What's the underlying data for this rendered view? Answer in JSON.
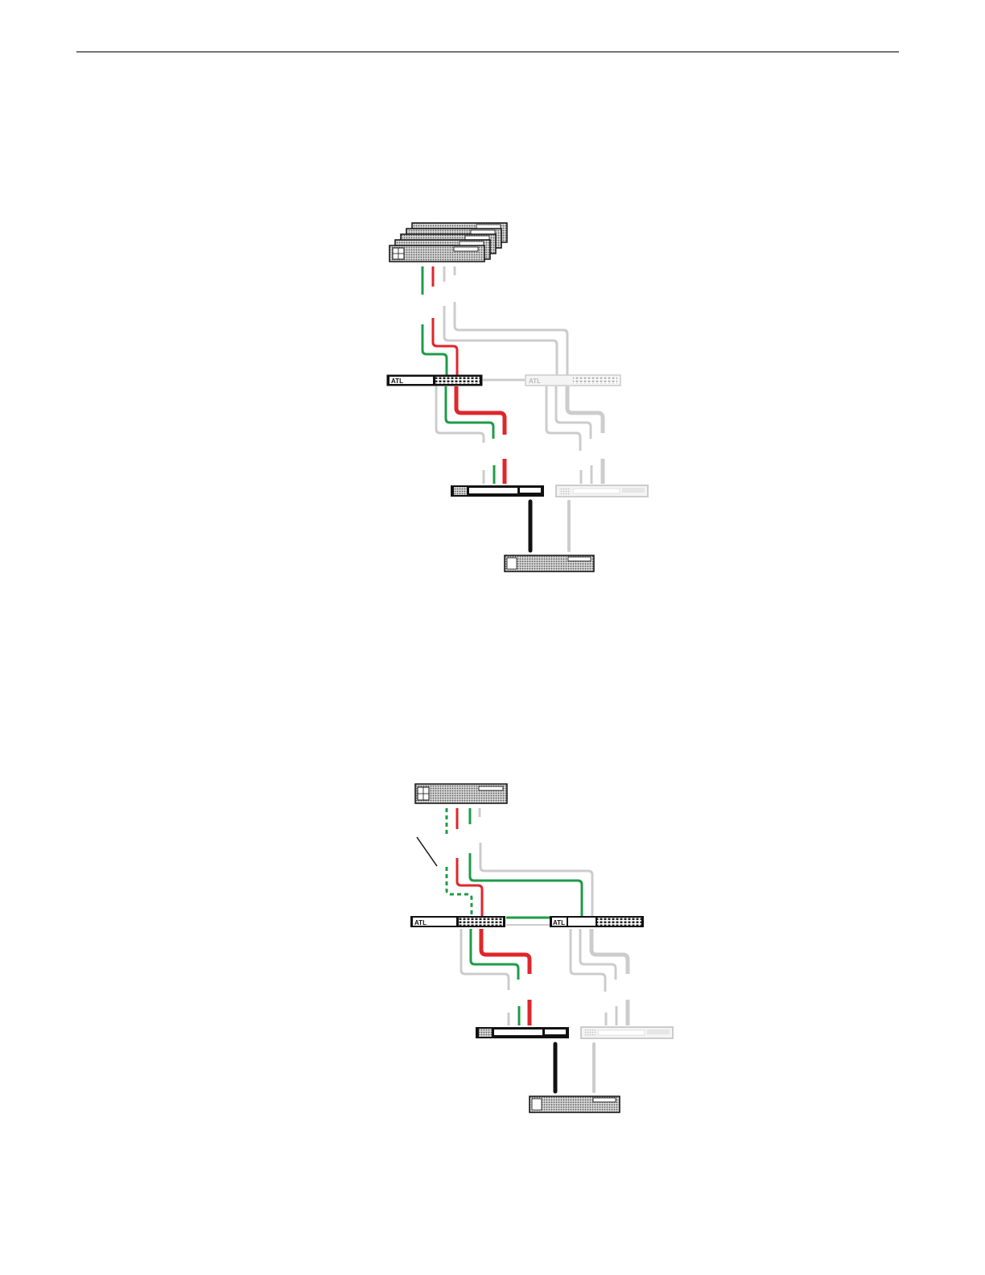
{
  "page": {
    "background": "#ffffff",
    "rule_color": "#000000"
  },
  "colors": {
    "active_green": "#1f9b4a",
    "active_red": "#e0262b",
    "inactive_gray": "#cccccc",
    "device_black": "#111111",
    "device_fill": "#9a9a9a"
  },
  "diagrams": [
    {
      "id": "single-path-multiple-clients",
      "description_items": [
        "client-stack",
        "switch-a-active",
        "switch-b-passive",
        "storage-controller-active",
        "storage-controller-passive",
        "disk-enclosure"
      ]
    },
    {
      "id": "failover-path",
      "description_items": [
        "client",
        "switch-a-active",
        "switch-b-active",
        "storage-controller-active",
        "storage-controller-passive",
        "disk-enclosure",
        "failed-path-callout"
      ]
    }
  ]
}
